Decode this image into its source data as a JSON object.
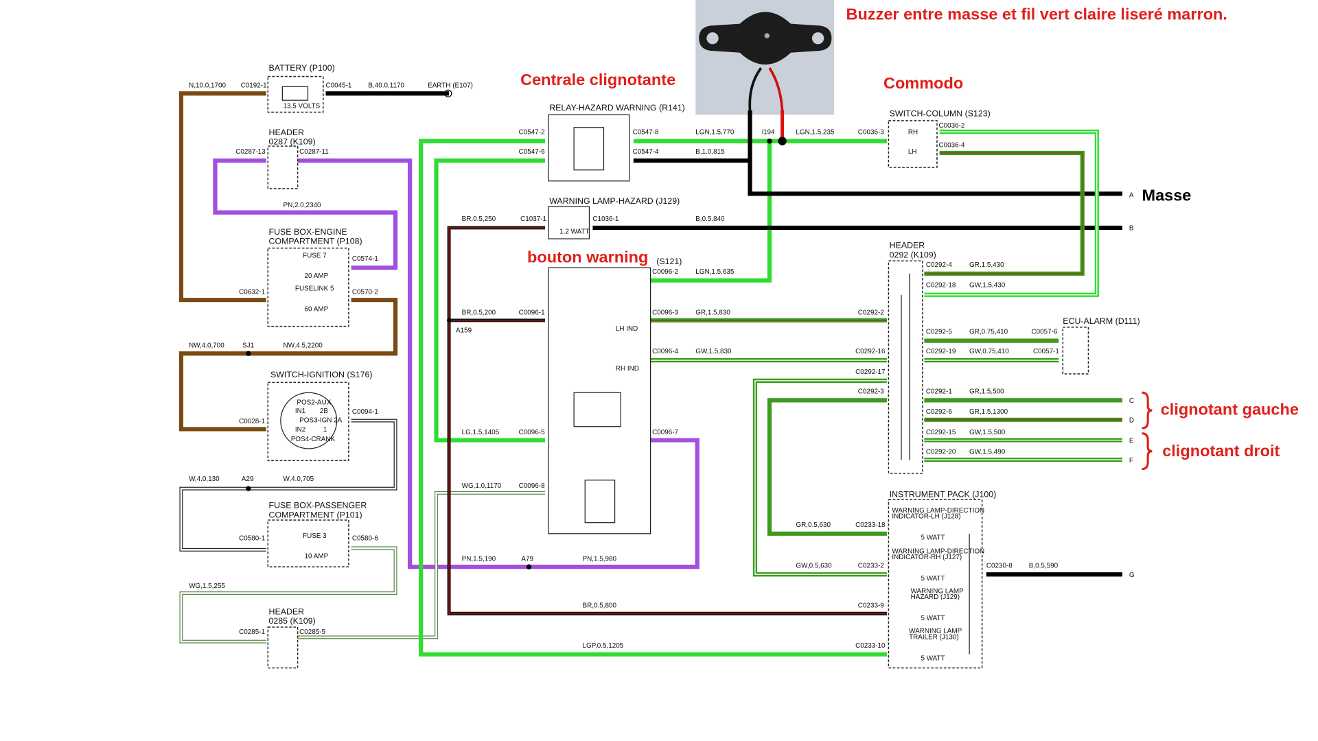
{
  "annotations": {
    "buzzer_note": "Buzzer entre masse et fil vert claire liseré marron.",
    "centrale": "Centrale clignotante",
    "commodo": "Commodo",
    "masse": "Masse",
    "bouton": "bouton warning",
    "gauche": "clignotant gauche",
    "droit": "clignotant droit"
  },
  "colors": {
    "annotation": "#e0201a",
    "brown": "#7b4a12",
    "purple": "#a24fe0",
    "light_green": "#2fdc2f",
    "dark_green": "#3f9a1c",
    "black": "#000000"
  },
  "components": {
    "battery": {
      "title": "BATTERY (P100)",
      "volts": "13.5 VOLTS"
    },
    "header0287": {
      "title1": "HEADER",
      "title2": "0287 (K109)"
    },
    "fuse_engine": {
      "title1": "FUSE BOX-ENGINE",
      "title2": "COMPARTMENT (P108)",
      "fuse": "FUSE 7",
      "fuse_amp": "20 AMP",
      "link": "FUSELINK 5",
      "link_amp": "60 AMP"
    },
    "ignition": {
      "title": "SWITCH-IGNITION (S176)",
      "p1": "POS2-AUX",
      "p2": "IN1",
      "p3": "2B",
      "p4": "POS3-IGN 2A",
      "p5": "IN2",
      "p6": "1",
      "p7": "POS4-CRANK"
    },
    "fuse_pass": {
      "title1": "FUSE BOX-PASSENGER",
      "title2": "COMPARTMENT (P101)",
      "fuse": "FUSE 3",
      "amp": "10 AMP"
    },
    "header0285": {
      "title1": "HEADER",
      "title2": "0285 (K109)"
    },
    "relay": {
      "title": "RELAY-HAZARD WARNING (R141)"
    },
    "warning_lamp": {
      "title": "WARNING LAMP-HAZARD (J129)",
      "watt": "1.2 WATT"
    },
    "switch_hazard": {
      "code": "(S121)",
      "lh": "LH IND",
      "rh": "RH IND"
    },
    "switch_column": {
      "title": "SWITCH-COLUMN (S123)",
      "rh": "RH",
      "lh": "LH"
    },
    "header0292": {
      "title1": "HEADER",
      "title2": "0292 (K109)"
    },
    "ecu": {
      "title": "ECU-ALARM (D111)"
    },
    "instrument": {
      "title": "INSTRUMENT PACK (J100)",
      "l1a": "WARNING LAMP-DIRECTION",
      "l1b": "INDICATOR-LH (J128)",
      "l2a": "WARNING LAMP-DIRECTION",
      "l2b": "INDICATOR-RH (J127)",
      "l3a": "WARNING LAMP",
      "l3b": "HAZARD (J129)",
      "l4a": "WARNING LAMP",
      "l4b": "TRAILER (J130)",
      "watt": "5 WATT"
    }
  },
  "labels": {
    "n10": "N,10.0,1700",
    "c0192": "C0192-1",
    "c0045": "C0045-1",
    "b40": "B,40.0,1170",
    "earth": "EARTH (E107)",
    "c0287_13": "C0287-13",
    "c0287_11": "C0287-11",
    "pn2": "PN,2.0,2340",
    "c0574": "C0574-1",
    "c0632": "C0632-1",
    "c0570": "C0570-2",
    "nw4": "NW,4.0,700",
    "sj1": "SJ1",
    "nw45": "NW,4.5,2200",
    "c0028": "C0028-1",
    "c0094": "C0094-1",
    "w4_130": "W,4.0,130",
    "a29": "A29",
    "w4_705": "W,4.0,705",
    "c0580_1": "C0580-1",
    "c0580_6": "C0580-6",
    "wg255": "WG,1.5,255",
    "c0285_1": "C0285-1",
    "c0285_5": "C0285-5",
    "c0547_2": "C0547-2",
    "c0547_6": "C0547-6",
    "c0547_8": "C0547-8",
    "c0547_4": "C0547-4",
    "lgn770": "LGN,1.5,770",
    "b815": "B,1.0,815",
    "i194": "i194",
    "lgn235": "LGN,1.5,235",
    "c0036_3": "C0036-3",
    "c0036_2": "C0036-2",
    "c0036_4": "C0036-4",
    "br250": "BR,0.5,250",
    "c1037": "C1037-1",
    "c1036": "C1036-1",
    "b840": "B,0.5,840",
    "c0096_2": "C0096-2",
    "lgn635": "LGN,1.5,635",
    "br200": "BR,0.5,200",
    "c0096_1": "C0096-1",
    "a159": "A159",
    "c0096_3": "C0096-3",
    "gr830": "GR,1.5,830",
    "c0292_2": "C0292-2",
    "c0096_4": "C0096-4",
    "gw830": "GW,1.5,830",
    "c0292_16": "C0292-16",
    "lg1405": "LG,1.5,1405",
    "c0096_5": "C0096-5",
    "c0096_7": "C0096-7",
    "wg1170": "WG,1.0,1170",
    "c0096_8": "C0096-8",
    "pn190": "PN,1.5,190",
    "a79": "A79",
    "pn980": "PN,1.5,980",
    "br800": "BR,0.5,800",
    "c0233_9": "C0233-9",
    "lgp1205": "LGP,0.5,1205",
    "c0233_10": "C0233-10",
    "c0292_4": "C0292-4",
    "gr430": "GR,1.5,430",
    "c0292_18": "C0292-18",
    "gw430": "GW,1.5,430",
    "c0292_5": "C0292-5",
    "gr075": "GR,0.75,410",
    "c0057_6": "C0057-6",
    "c0292_19": "C0292-19",
    "gw075": "GW,0.75,410",
    "c0057_1": "C0057-1",
    "c0292_17": "C0292-17",
    "c0292_3": "C0292-3",
    "c0292_1": "C0292-1",
    "gr500": "GR,1.5,500",
    "c0292_6": "C0292-6",
    "gr1300": "GR,1.5,1300",
    "c0292_15": "C0292-15",
    "gw500": "GW,1.5,500",
    "c0292_20": "C0292-20",
    "gw490": "GW,1.5,490",
    "gr630": "GR,0.5,630",
    "c0233_18": "C0233-18",
    "gw630": "GW,0.5,630",
    "c0233_2": "C0233-2",
    "c0230_8": "C0230-8",
    "b590": "B,0.5,590",
    "A": "A",
    "B": "B",
    "C": "C",
    "D": "D",
    "E": "E",
    "F": "F",
    "G": "G"
  }
}
